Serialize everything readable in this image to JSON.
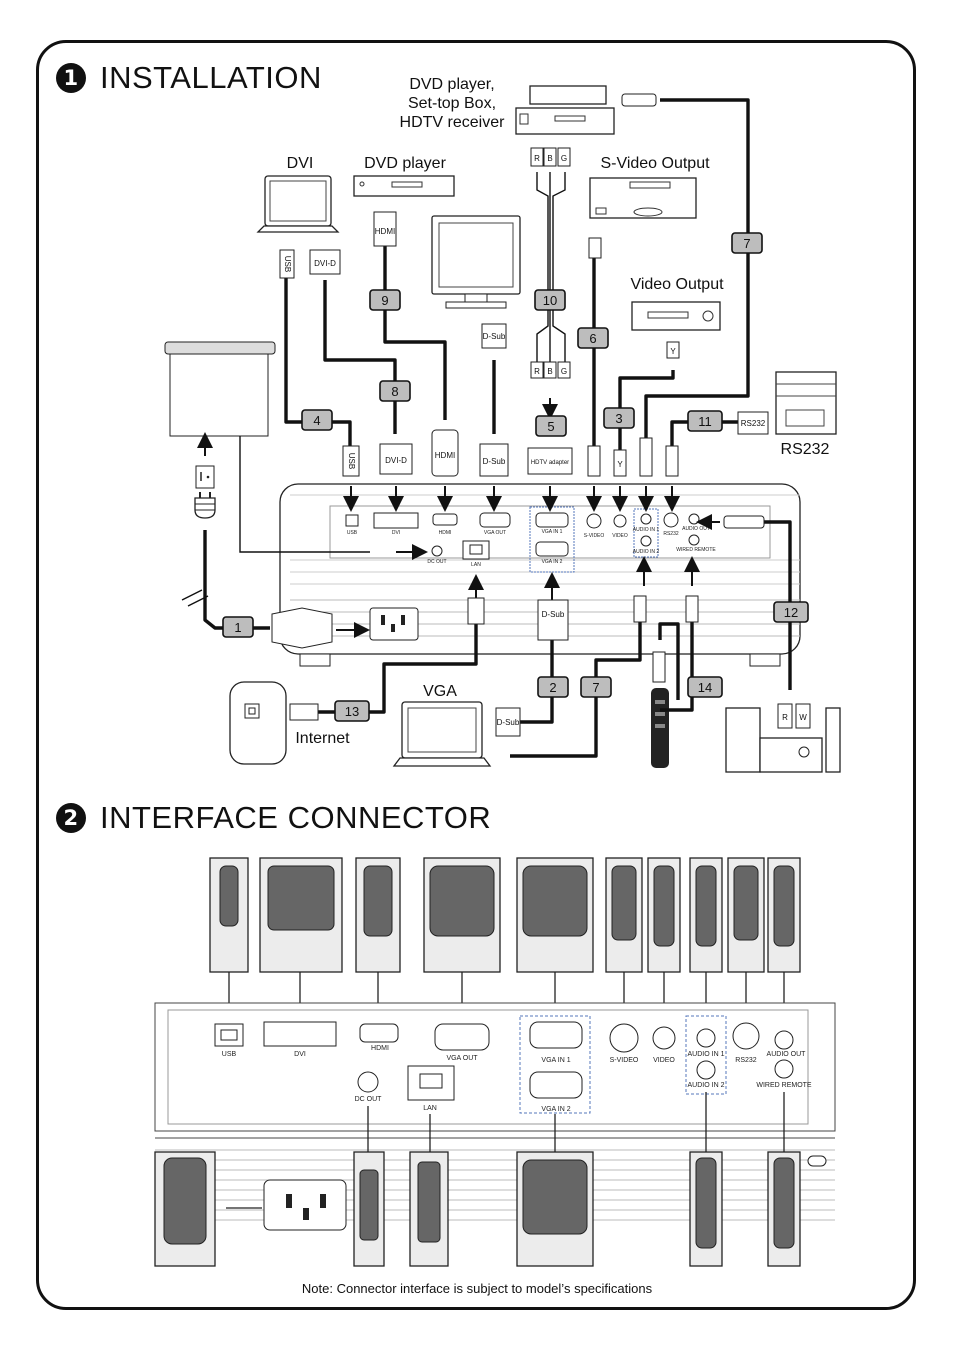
{
  "section1": {
    "number": "1",
    "title": "INSTALLATION"
  },
  "section2": {
    "number": "2",
    "title": "INTERFACE CONNECTOR"
  },
  "devices": {
    "dvd_settop": "DVD player,\nSet-top Box,\nHDTV receiver",
    "dvi": "DVI",
    "dvd_player": "DVD player",
    "svideo_output": "S-Video Output",
    "video_output": "Video Output",
    "rs232": "RS232",
    "vga": "VGA",
    "internet": "Internet"
  },
  "cable_numbers": [
    "1",
    "2",
    "3",
    "4",
    "5",
    "6",
    "7",
    "7",
    "8",
    "9",
    "10",
    "11",
    "12",
    "13",
    "14"
  ],
  "plug_labels": {
    "usb": "USB",
    "dvi_d": "DVI-D",
    "hdmi": "HDMI",
    "dsub": "D-Sub",
    "hdtv_adapter": "HDTV adapter",
    "rs232": "RS232",
    "r": "R",
    "b": "B",
    "g": "G",
    "y": "Y",
    "w": "W"
  },
  "ports": {
    "usb": "USB",
    "dvi": "DVI",
    "hdmi": "HDMI",
    "vga_out": "VGA OUT",
    "vga_in_1": "VGA IN 1",
    "vga_in_2": "VGA IN 2",
    "svideo": "S-VIDEO",
    "video": "VIDEO",
    "audio_in_1": "AUDIO IN 1",
    "audio_in_2": "AUDIO IN 2",
    "rs232": "RS232",
    "audio_out": "AUDIO OUT",
    "wired_remote": "WIRED REMOTE",
    "dc_out": "DC OUT",
    "lan": "LAN"
  },
  "note": "Note: Connector interface is subject to model’s specifications"
}
